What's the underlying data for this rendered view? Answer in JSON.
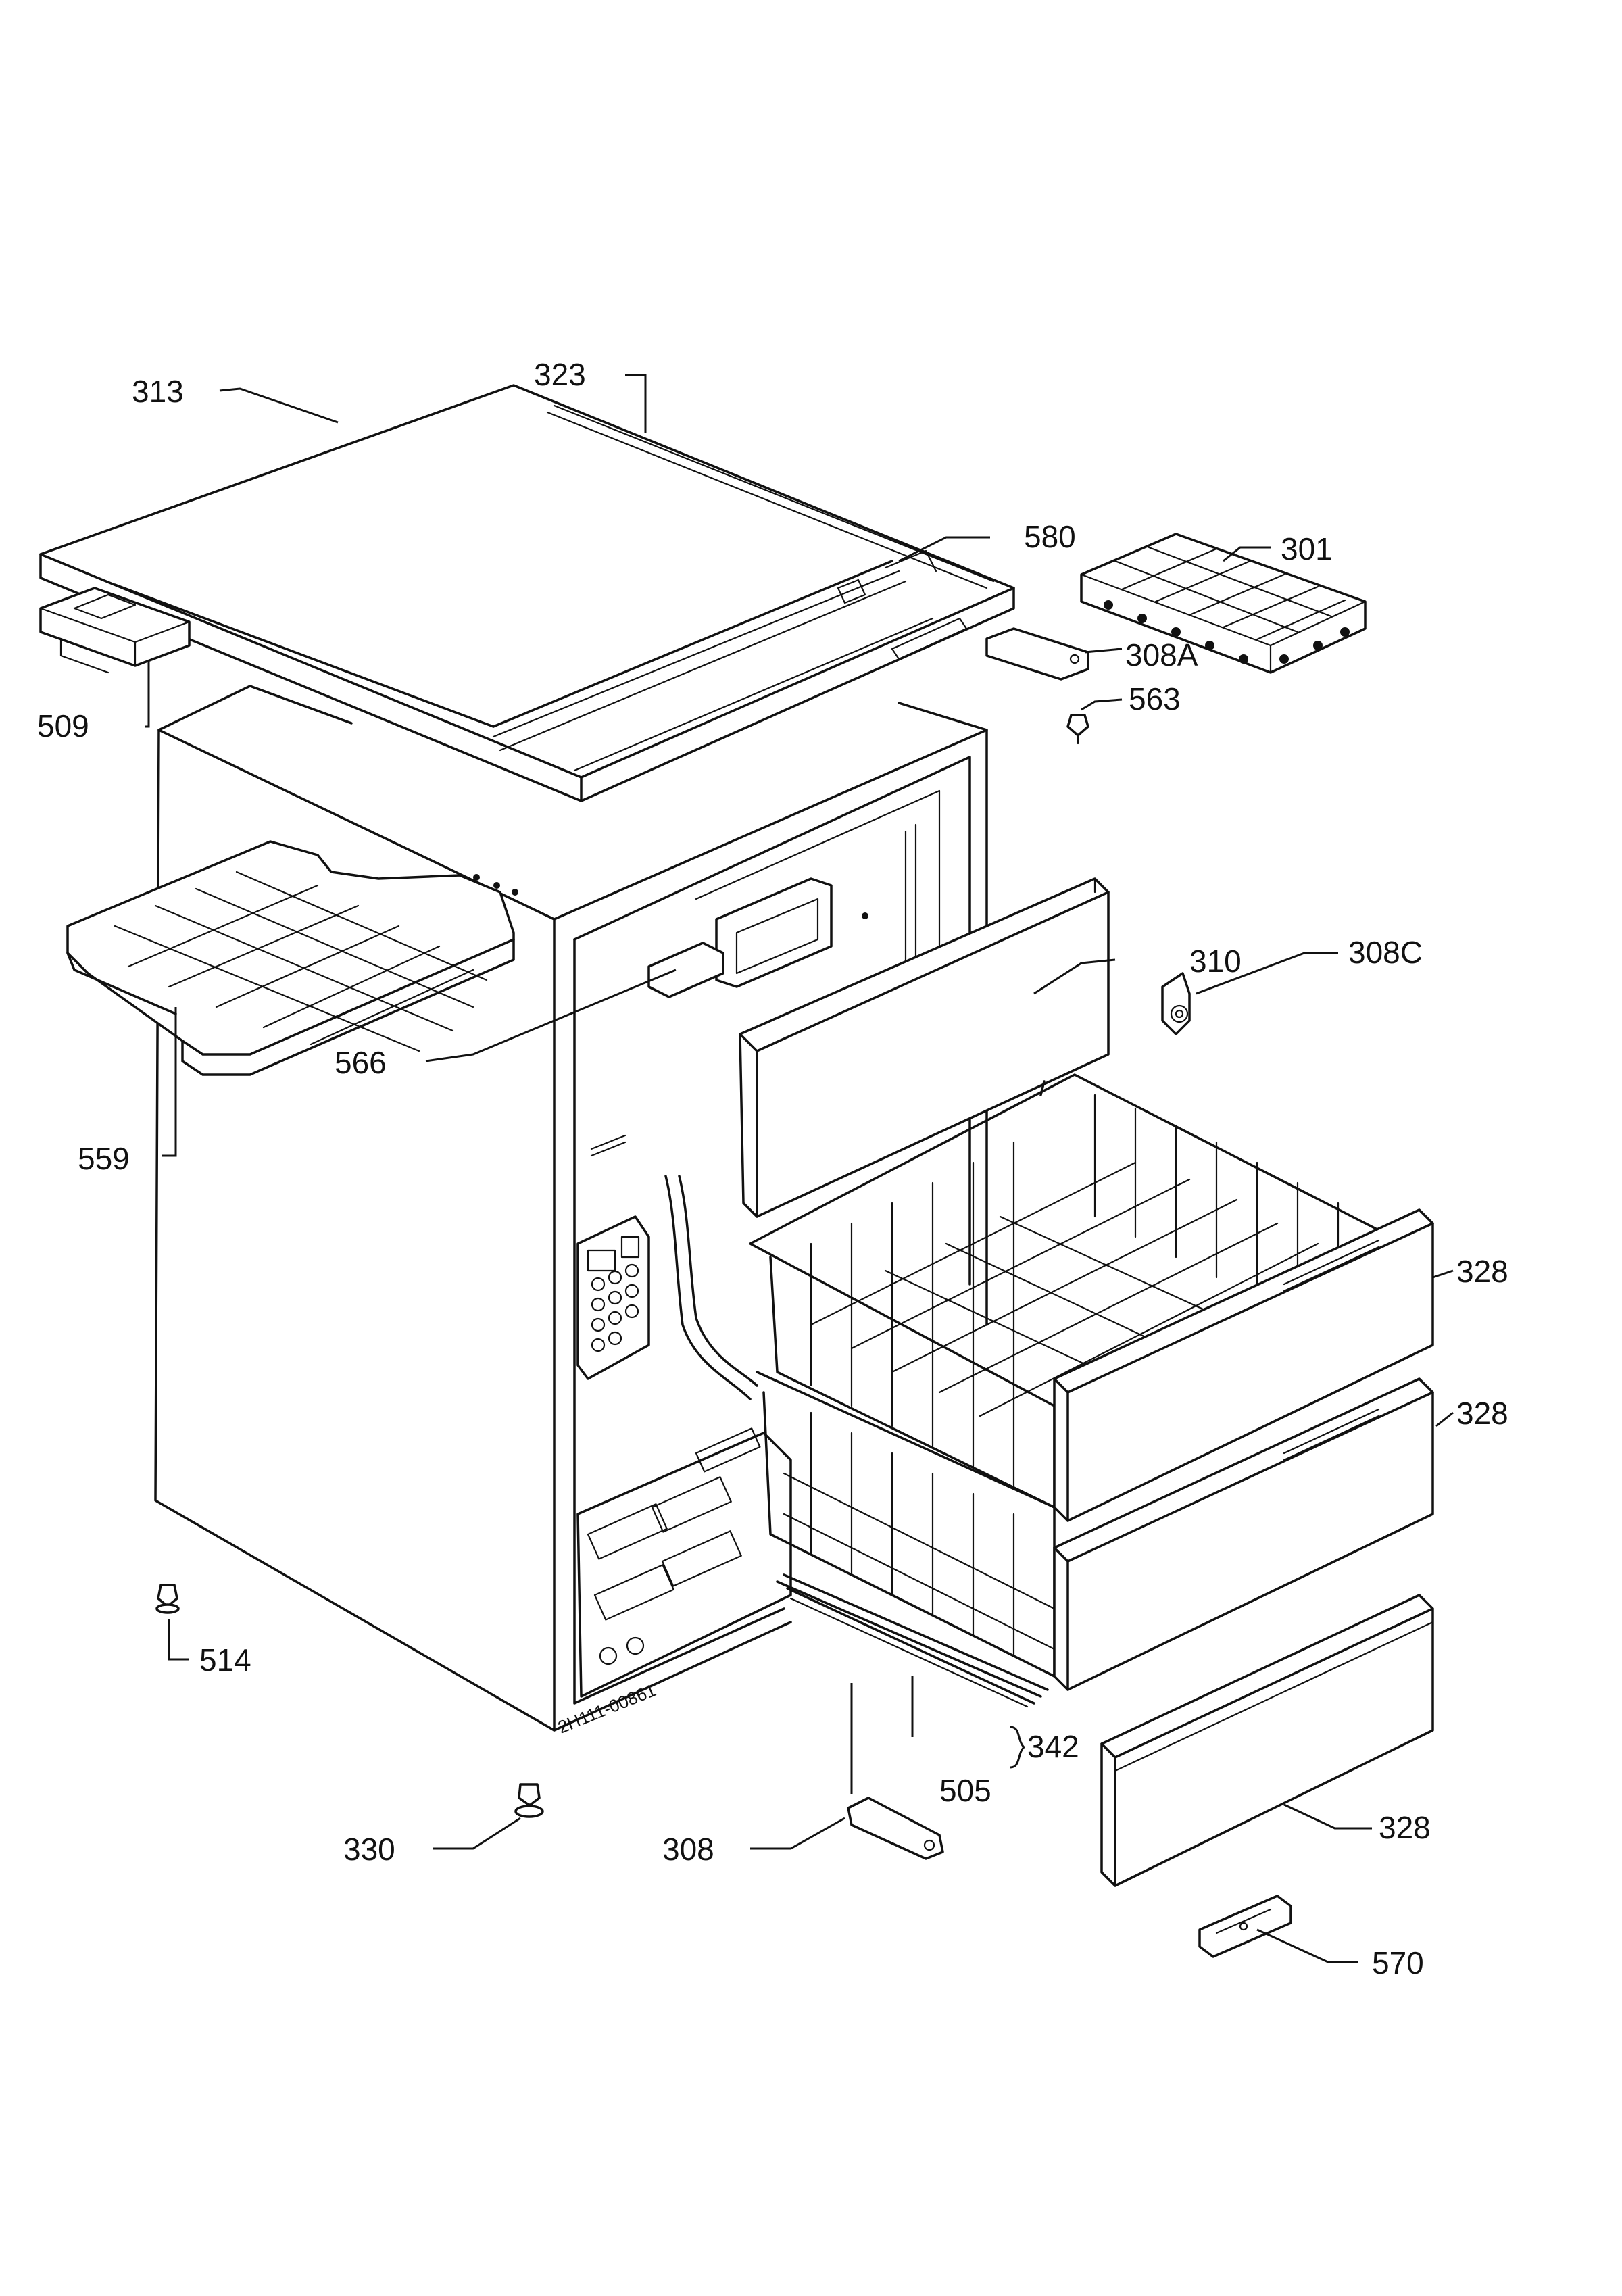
{
  "labels": {
    "l313": "313",
    "l323": "323",
    "l580": "580",
    "l301": "301",
    "l308a": "308A",
    "l563": "563",
    "l509": "509",
    "l310": "310",
    "l308c": "308C",
    "l566": "566",
    "l559": "559",
    "l328a": "328",
    "l328b": "328",
    "l328c": "328",
    "l514": "514",
    "l342": "342",
    "l505": "505",
    "l330": "330",
    "l308": "308",
    "l570": "570"
  },
  "drawing_code": "2H111-00861"
}
